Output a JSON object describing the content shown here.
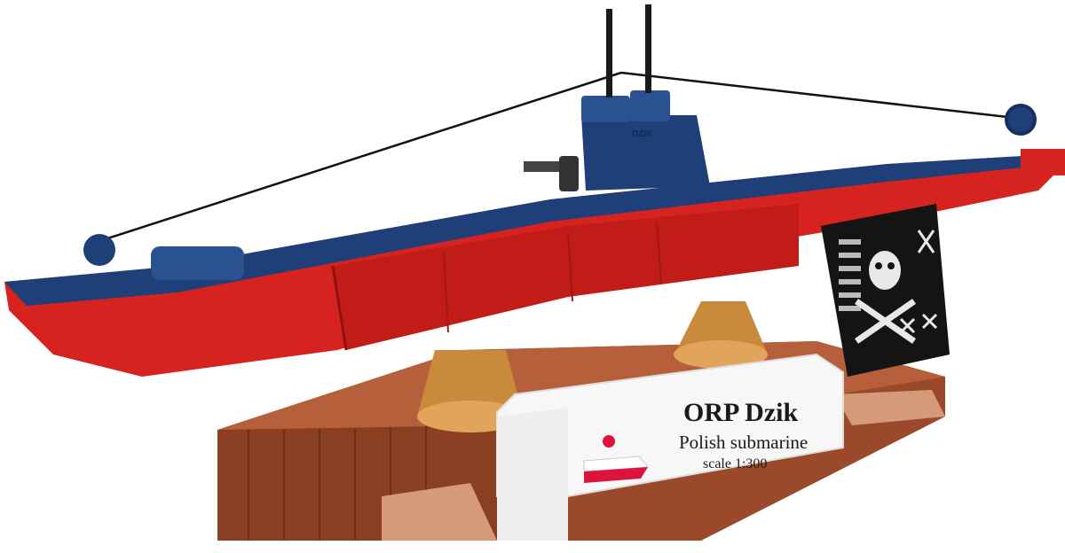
{
  "model": {
    "tower_marking": "DZIK",
    "plaque": {
      "title": "ORP Dzik",
      "subtitle": "Polish submarine",
      "scale": "scale 1:300"
    }
  },
  "colors": {
    "hull_red": "#d6231f",
    "deck_blue": "#1f3f78",
    "stand_tan": "#c98a3c",
    "base_brown": "#9a4a2a",
    "plaque_white": "#f7f7f7",
    "flag_red": "#dc143c",
    "jolly_roger_black": "#141414"
  }
}
